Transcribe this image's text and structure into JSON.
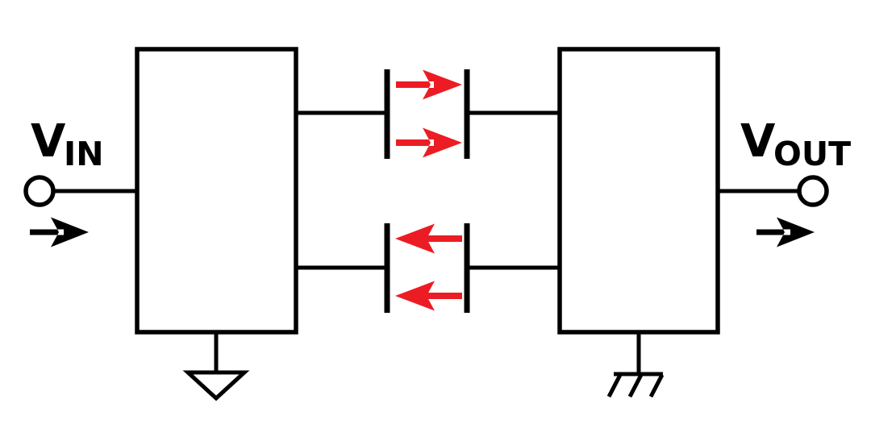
{
  "diagram": {
    "colors": {
      "background": "#ffffff",
      "line": "#000000",
      "signal_arrow": "#ec1c24"
    },
    "input": {
      "label": "V",
      "subscript": "IN"
    },
    "output": {
      "label": "V",
      "subscript": "OUT"
    }
  }
}
